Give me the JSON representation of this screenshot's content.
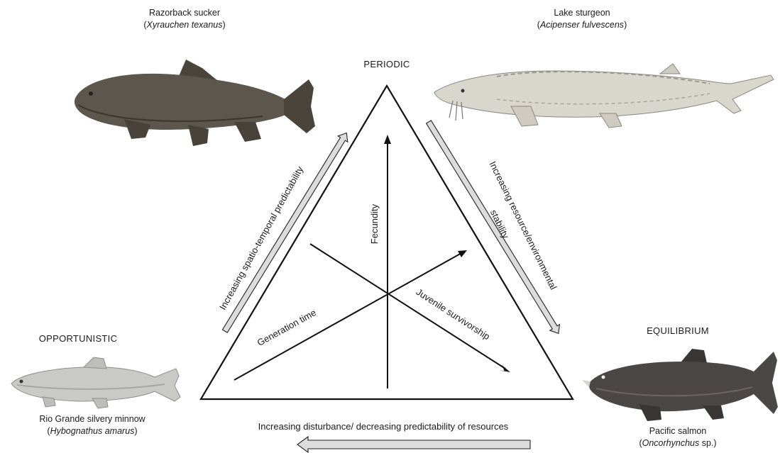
{
  "strategies": {
    "periodic": "PERIODIC",
    "opportunistic": "OPPORTUNISTIC",
    "equilibrium": "EQUILIBRIUM"
  },
  "species": {
    "razorback": {
      "common": "Razorback sucker",
      "open": "(",
      "scientific": "Xyrauchen texanus",
      "close": ")"
    },
    "sturgeon": {
      "common": "Lake sturgeon",
      "open": "(",
      "scientific": "Acipenser fulvescens",
      "close": ")"
    },
    "minnow": {
      "common": "Rio Grande silvery minnow",
      "open": "(",
      "scientific": "Hybognathus amarus",
      "close": ")"
    },
    "salmon": {
      "common": "Pacific salmon",
      "open": "(",
      "scientific": "Oncorhynchus",
      "close": " sp.)"
    }
  },
  "gradients": {
    "left": "Increasing spatio-temporal predictability",
    "right_line1": "Increasing resource/environmental",
    "right_line2": "stability",
    "bottom": "Increasing disturbance/ decreasing predictability of resources"
  },
  "axes": {
    "fecundity": "Fecundity",
    "generation_time": "Generation time",
    "juvenile_survivorship": "Juvenile survivorship"
  },
  "colors": {
    "line": "#111111",
    "gradient_arrow_fill": "#dcdcdc",
    "sucker_body": "#5d564c",
    "sturgeon_body": "#d9d6cd",
    "minnow_body": "#c9c9c6",
    "salmon_body": "#4b4745"
  }
}
